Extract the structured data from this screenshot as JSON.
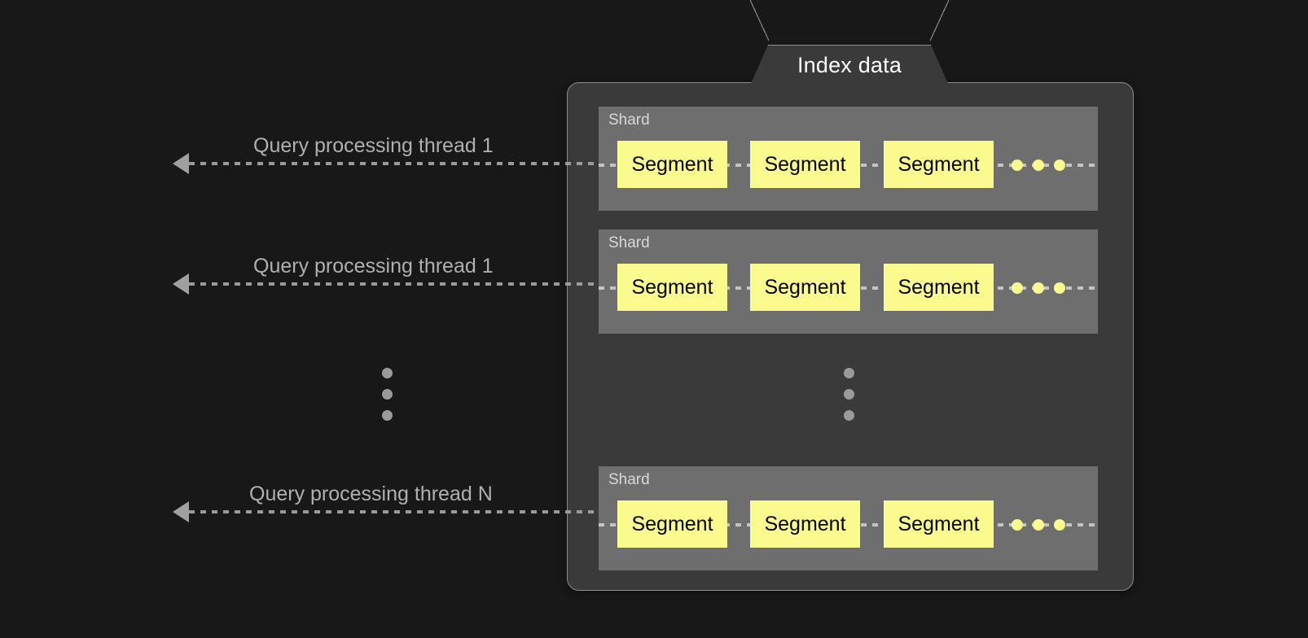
{
  "diagram": {
    "title": "Index data",
    "background_color": "#181818",
    "container_color": "#3a3a3a",
    "container_border_color": "#8c8c8c",
    "shard_color": "#6e6e6e",
    "segment_color": "#fafa8e",
    "segment_text_color": "#000000",
    "label_color": "#b0b0b0",
    "title_color": "#ffffff",
    "connector_color": "#9a9a9a"
  },
  "threads": [
    {
      "label": "Query processing thread 1"
    },
    {
      "label": "Query processing thread 1"
    },
    {
      "label": "Query processing thread N"
    }
  ],
  "shards": [
    {
      "label": "Shard",
      "segments": [
        {
          "label": "Segment"
        },
        {
          "label": "Segment"
        },
        {
          "label": "Segment"
        }
      ],
      "more_indicator": "three-yellow-dots"
    },
    {
      "label": "Shard",
      "segments": [
        {
          "label": "Segment"
        },
        {
          "label": "Segment"
        },
        {
          "label": "Segment"
        }
      ],
      "more_indicator": "three-yellow-dots"
    },
    {
      "label": "Shard",
      "segments": [
        {
          "label": "Segment"
        },
        {
          "label": "Segment"
        },
        {
          "label": "Segment"
        }
      ],
      "more_indicator": "three-yellow-dots"
    }
  ],
  "ellipses": {
    "left": "vertical-ellipsis",
    "right": "vertical-ellipsis"
  }
}
